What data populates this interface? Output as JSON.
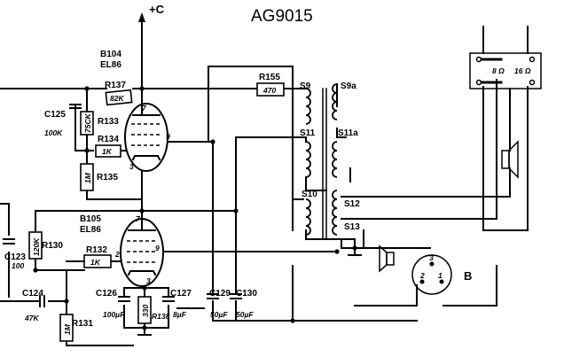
{
  "title": "AG9015",
  "supply": "+C",
  "tubes": {
    "b104": {
      "ref": "B104",
      "type": "EL86"
    },
    "b105": {
      "ref": "B105",
      "type": "EL86"
    }
  },
  "resistors": {
    "r137": {
      "ref": "R137",
      "value": "82K"
    },
    "r133": {
      "ref": "R133",
      "value": "75CK"
    },
    "r134": {
      "ref": "R134",
      "value": "1K"
    },
    "r135": {
      "ref": "R135",
      "value": "1M"
    },
    "r130": {
      "ref": "R130",
      "value": "120K"
    },
    "r132": {
      "ref": "R132",
      "value": "1K"
    },
    "r131": {
      "ref": "R131",
      "value": "1M"
    },
    "r138": {
      "ref": "R138",
      "value": "330"
    },
    "r155": {
      "ref": "R155",
      "value": "470"
    }
  },
  "capacitors": {
    "c125": {
      "ref": "C125",
      "value": "100K"
    },
    "c123": {
      "ref": "C123",
      "value": "100"
    },
    "c124": {
      "ref": "C124",
      "value": "47K"
    },
    "c126": {
      "ref": "C126",
      "value": "100µF"
    },
    "c127": {
      "ref": "C127",
      "value": "8µF"
    },
    "c129": {
      "ref": "C129",
      "value": "50µF"
    },
    "c130": {
      "ref": "C130",
      "value": "50µF"
    }
  },
  "windings": [
    "S9",
    "S9a",
    "S11",
    "S11a",
    "S10",
    "S12",
    "S13"
  ],
  "pins": {
    "p7a": "7",
    "p9a": "9",
    "p3a": "3",
    "p7b": "7",
    "p9b": "9",
    "p2b": "2",
    "p3b": "3"
  },
  "switch": {
    "left": "8 Ω",
    "right": "16 Ω"
  },
  "socket": {
    "label": "B",
    "pin_top": "3",
    "pin_left": "2",
    "pin_right": "1"
  }
}
